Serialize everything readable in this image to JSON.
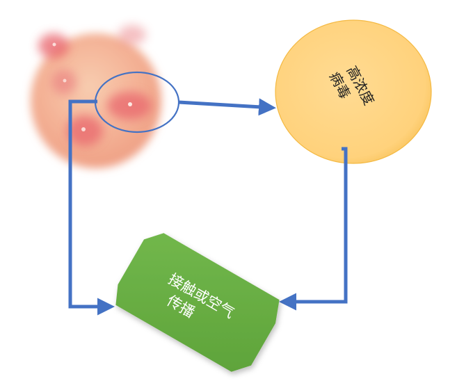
{
  "diagram": {
    "colors": {
      "arrow": "#4472C4",
      "skin": "#F2A48C",
      "lesion": "#E8626A",
      "virus_fill": "#FFD27F",
      "virus_border": "#F4B942",
      "transmission_fill": "#6AAF45",
      "transmission_text": "#FFFFFF",
      "virus_text": "#222222"
    },
    "nodes": {
      "skin_lesion": {
        "label": ""
      },
      "high_concentration_virus": {
        "line1": "高浓度",
        "line2": "病毒"
      },
      "transmission": {
        "line1": "接触或空气",
        "line2": "传播"
      }
    },
    "edges": [
      {
        "from": "skin_lesion",
        "to": "high_concentration_virus"
      },
      {
        "from": "high_concentration_virus",
        "to": "transmission"
      },
      {
        "from": "skin_lesion",
        "to": "transmission"
      }
    ]
  }
}
